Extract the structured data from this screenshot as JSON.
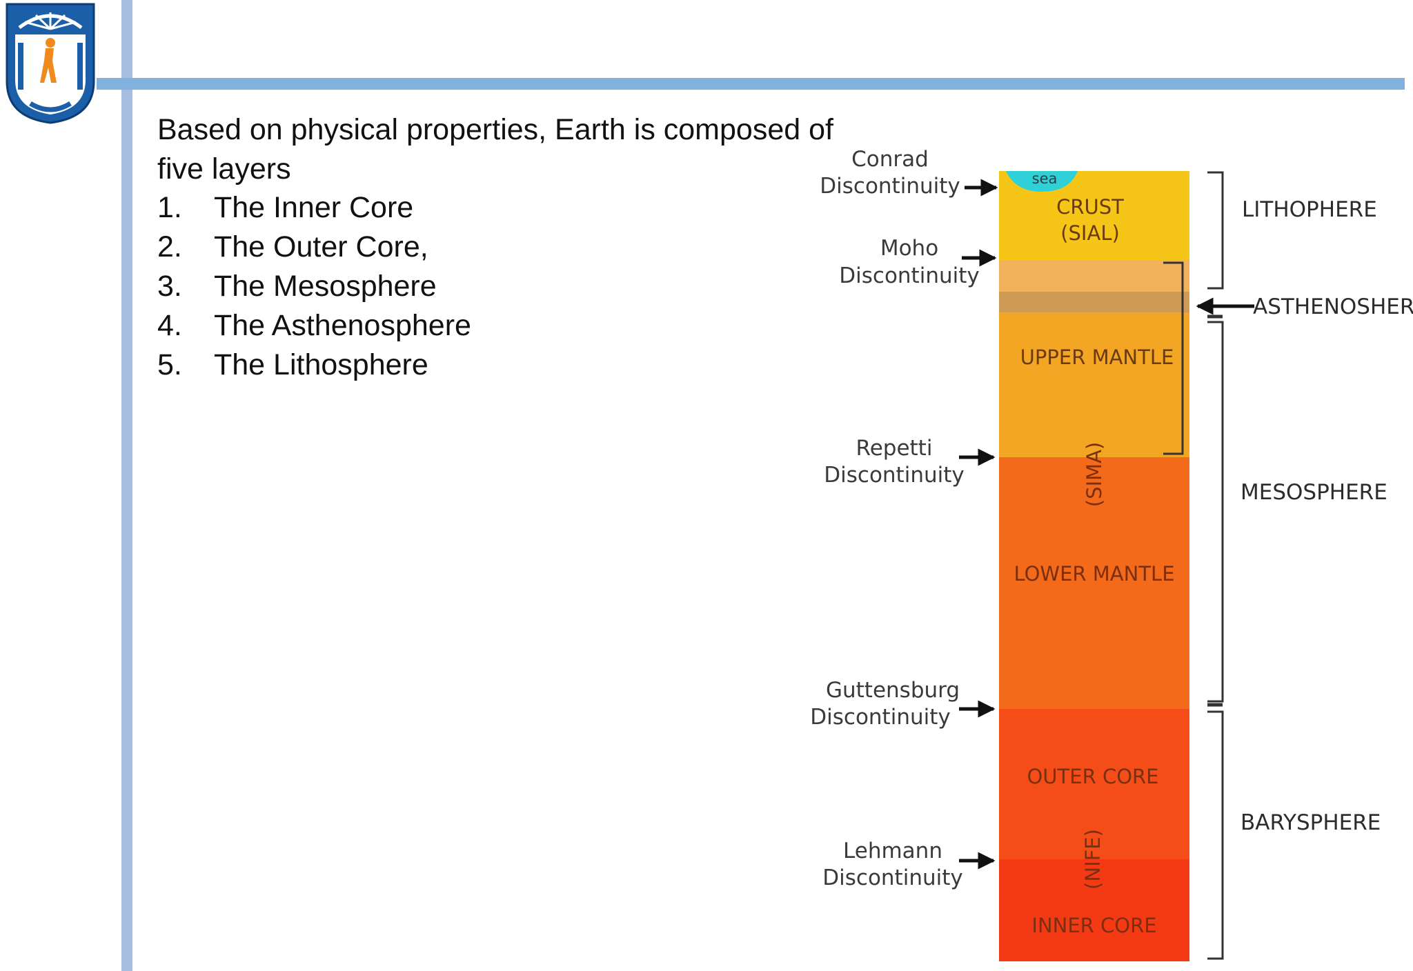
{
  "intro": {
    "line1": "Based on physical properties, Earth is composed of",
    "line2": "five layers"
  },
  "layers": [
    {
      "num": "1.",
      "text": "The Inner Core"
    },
    {
      "num": "2.",
      "text": "The Outer Core,"
    },
    {
      "num": "3.",
      "text": "The Mesosphere"
    },
    {
      "num": "4.",
      "text": "The Asthenosphere"
    },
    {
      "num": "5.",
      "text": "The Lithosphere"
    }
  ],
  "diagram": {
    "sea": "sea",
    "crust": [
      "CRUST",
      "(SIAL)"
    ],
    "upper_mantle": "UPPER MANTLE",
    "sima": "(SIMA)",
    "lower_mantle": "LOWER MANTLE",
    "outer_core": "OUTER CORE",
    "nife": "(NIFE)",
    "inner_core": "INNER CORE",
    "discontinuities": {
      "conrad": [
        "Conrad",
        "Discontinuity"
      ],
      "moho": [
        "Moho",
        "Discontinuity"
      ],
      "repetti": [
        "Repetti",
        "Discontinuity"
      ],
      "guttensburg": [
        "Guttensburg",
        "Discontinuity"
      ],
      "lehmann": [
        "Lehmann",
        "Discontinuity"
      ]
    },
    "spheres": {
      "lithosphere": "LITHOPHERE",
      "asthenosphere": "ASTHENOSHER",
      "mesosphere": "MESOSPHERE",
      "barysphere": "BARYSPHERE"
    },
    "colors": {
      "crust": "#f5c518",
      "transition": "#f2b25c",
      "asthenosphere": "#cf9a55",
      "upper_mantle": "#f3a524",
      "lower_mantle": "#f36a1a",
      "outer_core": "#f44d18",
      "inner_core": "#f43a14",
      "sea": "#2fd0d8"
    }
  }
}
